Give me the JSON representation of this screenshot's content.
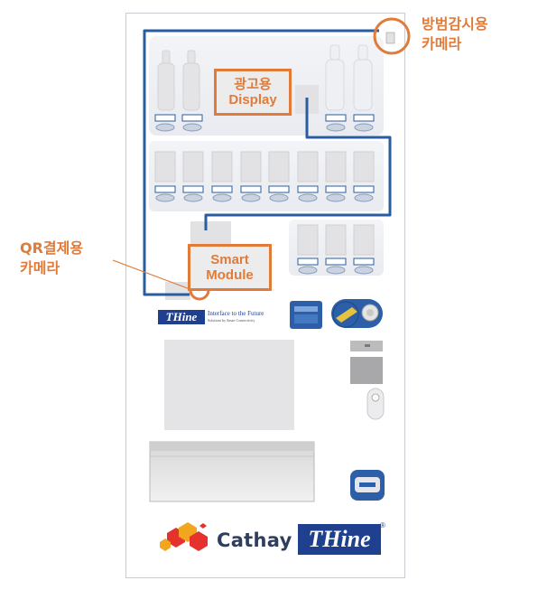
{
  "callouts": {
    "ad_display": {
      "line1": "광고용",
      "line2": "Display"
    },
    "smart_module": {
      "line1": "Smart",
      "line2": "Module"
    },
    "security_camera": {
      "line1": "방범감시용",
      "line2": "카메라"
    },
    "qr_camera": {
      "line1": "QR결제용",
      "line2": "카메라"
    }
  },
  "brands": {
    "thine_small": "THine",
    "thine_tagline": "Interface to the Future",
    "thine_tagline_sub": "Solutions by Smart Connectivity",
    "cathay": "Cathay",
    "thine_big": "THine",
    "registered_mark": "®"
  },
  "colors": {
    "accent_orange": "#e07b3a",
    "cable_blue": "#2a5d9f",
    "brand_blue": "#1f3f8f",
    "panel_grey": "#e8e8e8"
  }
}
